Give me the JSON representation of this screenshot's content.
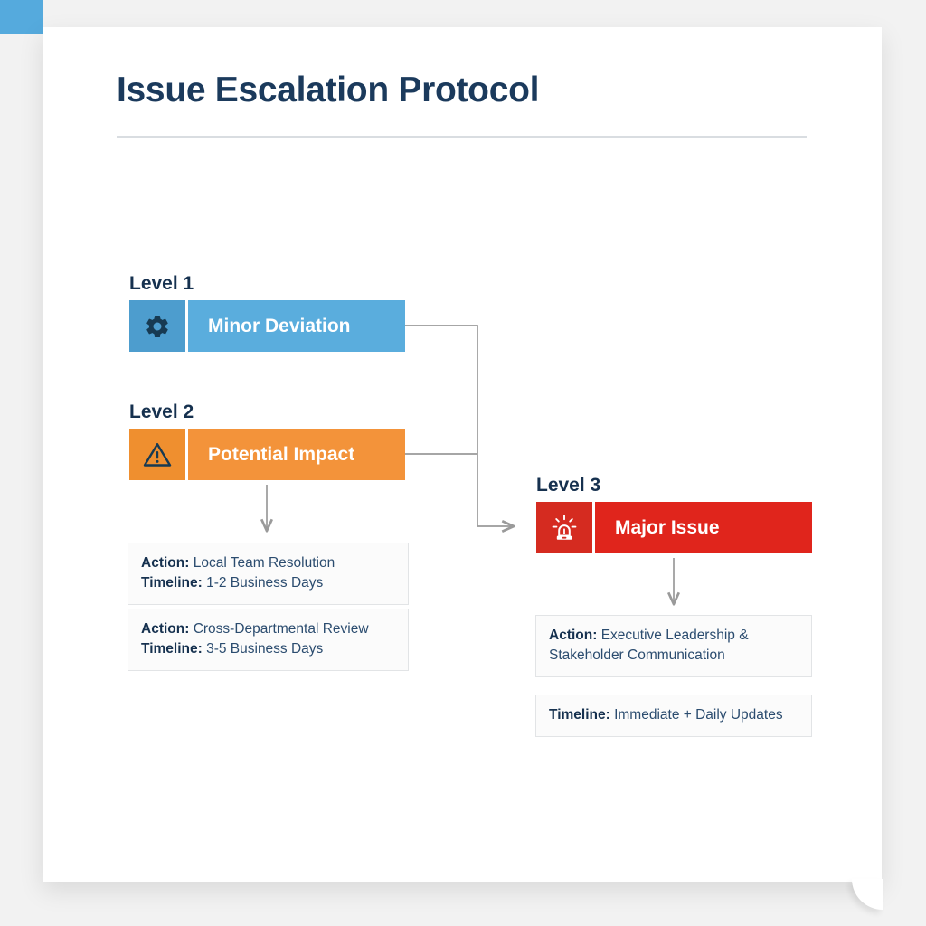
{
  "page": {
    "title": "Issue Escalation Protocol"
  },
  "levels": [
    {
      "label": "Level 1",
      "title": "Minor Deviation",
      "icon": "gear-icon",
      "color": "#5aaddd",
      "icon_bg": "#4d9dce"
    },
    {
      "label": "Level 2",
      "title": "Potential Impact",
      "icon": "warning-triangle-icon",
      "color": "#f3933a",
      "icon_bg": "#ef8f2f"
    },
    {
      "label": "Level 3",
      "title": "Major Issue",
      "icon": "siren-alarm-icon",
      "color": "#e0251c",
      "icon_bg": "#d52b20"
    }
  ],
  "details": {
    "level1": {
      "action_label": "Action:",
      "action_value": "Local Team Resolution",
      "timeline_label": "Timeline:",
      "timeline_value": "1-2 Business Days"
    },
    "level2": {
      "action_label": "Action:",
      "action_value": "Cross-Departmental Review",
      "timeline_label": "Timeline:",
      "timeline_value": "3-5 Business Days"
    },
    "level3": {
      "action_label": "Action:",
      "action_value": "Executive Leadership & Stakeholder Communication",
      "timeline_label": "Timeline:",
      "timeline_value": "Immediate + Daily Updates"
    }
  },
  "theme": {
    "title_color": "#1b3a5c",
    "text_color": "#2b4c6f",
    "connector_color": "#9a9a9a",
    "accent_square": "#55aadd",
    "page_bg": "#f2f2f2",
    "card_bg": "#ffffff"
  }
}
